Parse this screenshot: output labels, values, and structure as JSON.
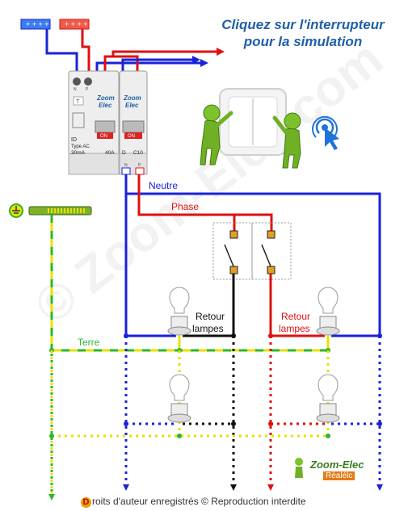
{
  "title_line1": "Cliquez sur l'interrupteur",
  "title_line2": "pour la simulation",
  "labels": {
    "neutre": "Neutre",
    "phase": "Phase",
    "terre": "Terre",
    "retour_left_1": "Retour",
    "retour_left_2": "lampes",
    "retour_right_1": "Retour",
    "retour_right_2": "lampes"
  },
  "breaker_id": {
    "brand_1": "Zoom",
    "brand_2": "Elec",
    "test": "T",
    "code": "ID",
    "type": "Type AC",
    "sensitivity": "30mA",
    "rating": "40A",
    "on": "ON",
    "term_n": "N",
    "term_p": "P"
  },
  "breaker_d": {
    "brand_1": "Zoom",
    "brand_2": "Elec",
    "code": "D",
    "rating": "C10",
    "on": "ON",
    "term_n": "N",
    "term_p": "P"
  },
  "footer": {
    "badge": "D",
    "text": "roits d'auteur enregistrés © Reproduction interdite"
  },
  "logo": {
    "name": "Zoom-Elec",
    "sub": "Réalélc"
  },
  "watermark": "© Zoom-Elec.com",
  "colors": {
    "neutral": "#1a22d8",
    "phase": "#dd1111",
    "earth_yellow": "#e8e000",
    "earth_green": "#2fb52f",
    "return": "#111111",
    "title": "#1f5fa8"
  }
}
